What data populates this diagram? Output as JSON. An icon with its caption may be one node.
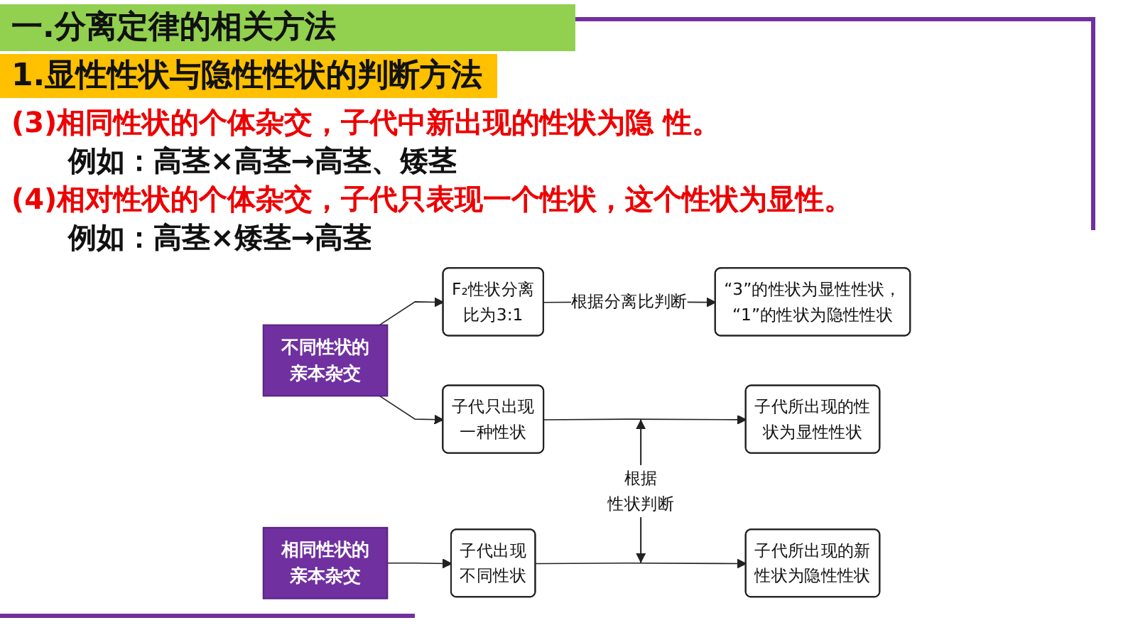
{
  "diagram": {
    "title": "一.分离定律的相关方法",
    "nodes": [
      {
        "text": [
          "F₂性状分离比为3:1"
        ]
      },
      {
        "text": [
          "“3”的性状为显性性状，“1”的性状为隐性性状"
        ]
      },
      {
        "text": [
          "不同性状的亲本杂交"
        ]
      },
      {
        "text": [
          "子代只出现一种性状"
        ]
      },
      {
        "text": [
          "子代所出现的性状为显性性状"
        ]
      },
      {
        "text": [
          "根据",
          "性状判断"
        ]
      },
      {
        "text": [
          "相同性状的亲本杂交"
        ]
      },
      {
        "text": [
          "子代出现不同性状"
        ]
      },
      {
        "text": [
          "子代所出现的新性状为隐性性状"
        ]
      }
    ],
    "edges": [
      {
        "from": 2,
        "to": 0,
        "arrow": "to"
      },
      {
        "from": 0,
        "to": 1,
        "label": "根据分离比判断",
        "arrow": "to"
      },
      {
        "from": 2,
        "to": 3,
        "arrow": "to"
      },
      {
        "from": 3,
        "to": 4,
        "arrow": "to"
      },
      {
        "from": 6,
        "to": 7,
        "arrow": "to"
      },
      {
        "from": 7,
        "to": 8,
        "arrow": "to"
      },
      {
        "from": 5,
        "to": null,
        "arrow": "to"
      },
      {
        "from": 5,
        "to": null,
        "arrow": "to"
      }
    ],
    "labels": [
      "1.显性性状与隐性性状的判断方法",
      "(3)相同性状的个体杂交，子代中新出现的性状为隐 性。",
      "例如：高茎×高茎→高茎、矮茎",
      "(4)相对性状的个体杂交，子代只表现一个性状，这个性状为显性。",
      "例如：高茎×矮茎→高茎"
    ]
  }
}
